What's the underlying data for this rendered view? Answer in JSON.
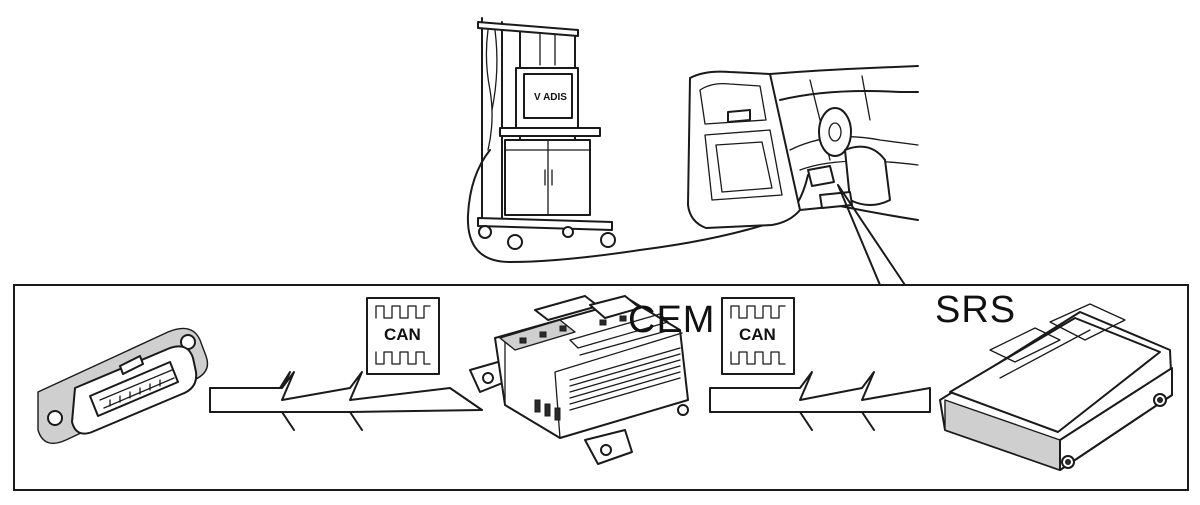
{
  "labels": {
    "cem": "CEM",
    "srs": "SRS",
    "screen": "V ADIS",
    "can_left": "CAN",
    "can_right": "CAN"
  },
  "colors": {
    "line": "#1a1a1a",
    "background": "#ffffff",
    "shade": "#cfcfcf"
  },
  "icons": [
    "diagnostic-cart-icon",
    "car-interior-icon",
    "obd-connector-icon",
    "can-bus-icon",
    "cem-module-icon",
    "srs-module-icon"
  ]
}
